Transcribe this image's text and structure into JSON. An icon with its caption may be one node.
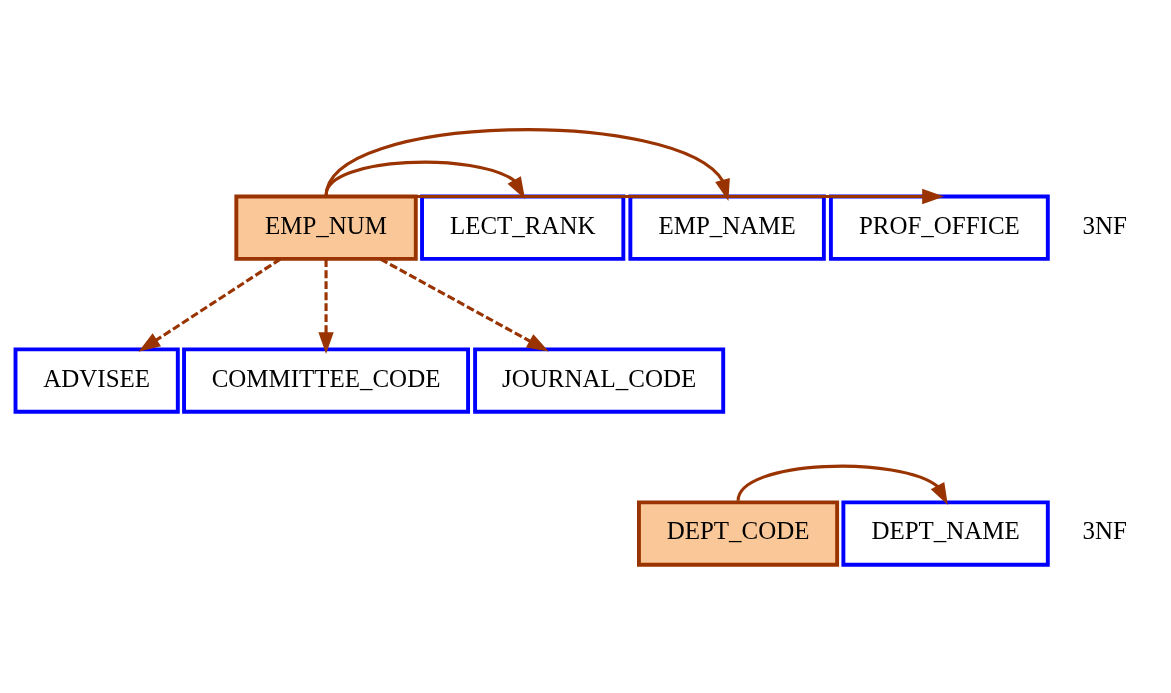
{
  "diagram": {
    "nodes": [
      {
        "text": [
          "EMP_NUM"
        ]
      },
      {
        "text": [
          "LECT_RANK"
        ]
      },
      {
        "text": [
          "EMP_NAME"
        ]
      },
      {
        "text": [
          "PROF_OFFICE"
        ]
      },
      {
        "text": [
          "ADVISEE"
        ]
      },
      {
        "text": [
          "COMMITTEE_CODE"
        ]
      },
      {
        "text": [
          "JOURNAL_CODE"
        ]
      },
      {
        "text": [
          "DEPT_CODE"
        ]
      },
      {
        "text": [
          "DEPT_NAME"
        ]
      }
    ],
    "edges": [
      {
        "from": 0,
        "to": 1,
        "arrow": "to"
      },
      {
        "from": 0,
        "to": 2,
        "arrow": "to"
      },
      {
        "from": 0,
        "to": 3,
        "arrow": "to"
      },
      {
        "from": 0,
        "to": 4,
        "arrow": "to",
        "style": "dashed"
      },
      {
        "from": 0,
        "to": 5,
        "arrow": "to",
        "style": "dashed"
      },
      {
        "from": 0,
        "to": 6,
        "arrow": "to",
        "style": "dashed"
      },
      {
        "from": 7,
        "to": 8,
        "arrow": "to"
      }
    ],
    "labels": [
      "3NF",
      "3NF"
    ]
  }
}
